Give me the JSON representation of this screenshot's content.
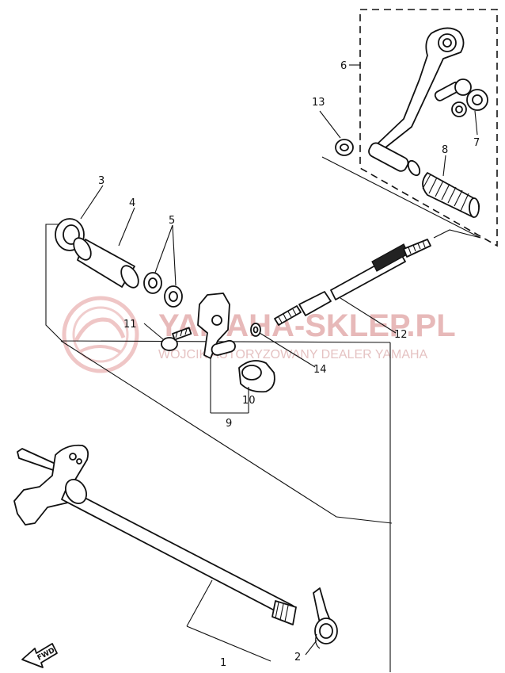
{
  "watermark": {
    "brand": "YAMAHA-SKLEP.PL",
    "tagline": "WOJCIK AUTORYZOWANY DEALER YAMAHA",
    "color": "#e7b9b9"
  },
  "callouts": {
    "p1": "1",
    "p2": "2",
    "p3": "3",
    "p4": "4",
    "p5": "5",
    "p6": "6",
    "p7": "7",
    "p8": "8",
    "p9": "9",
    "p10": "10",
    "p11": "11",
    "p12": "12",
    "p13": "13",
    "p14": "14"
  },
  "direction_marker": {
    "label": "FWD",
    "icon": "arrow-left-icon"
  }
}
